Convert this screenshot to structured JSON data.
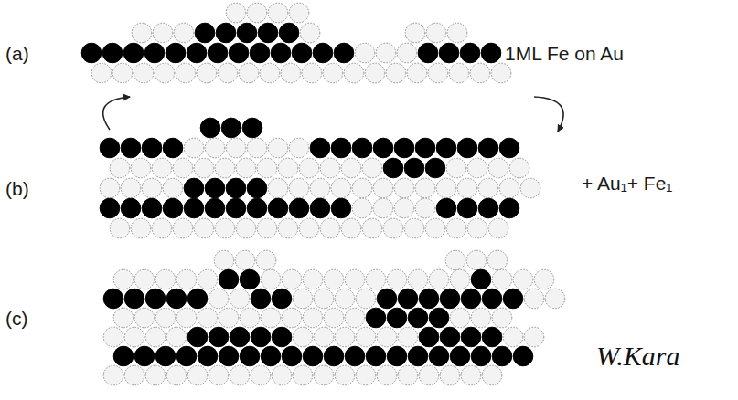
{
  "diagram": {
    "labels": [
      "(a)",
      "1ML Fe on Au",
      "(b)",
      "+ Au₁+ Fe₁",
      "(c)",
      "W.Kara"
    ]
  }
}
